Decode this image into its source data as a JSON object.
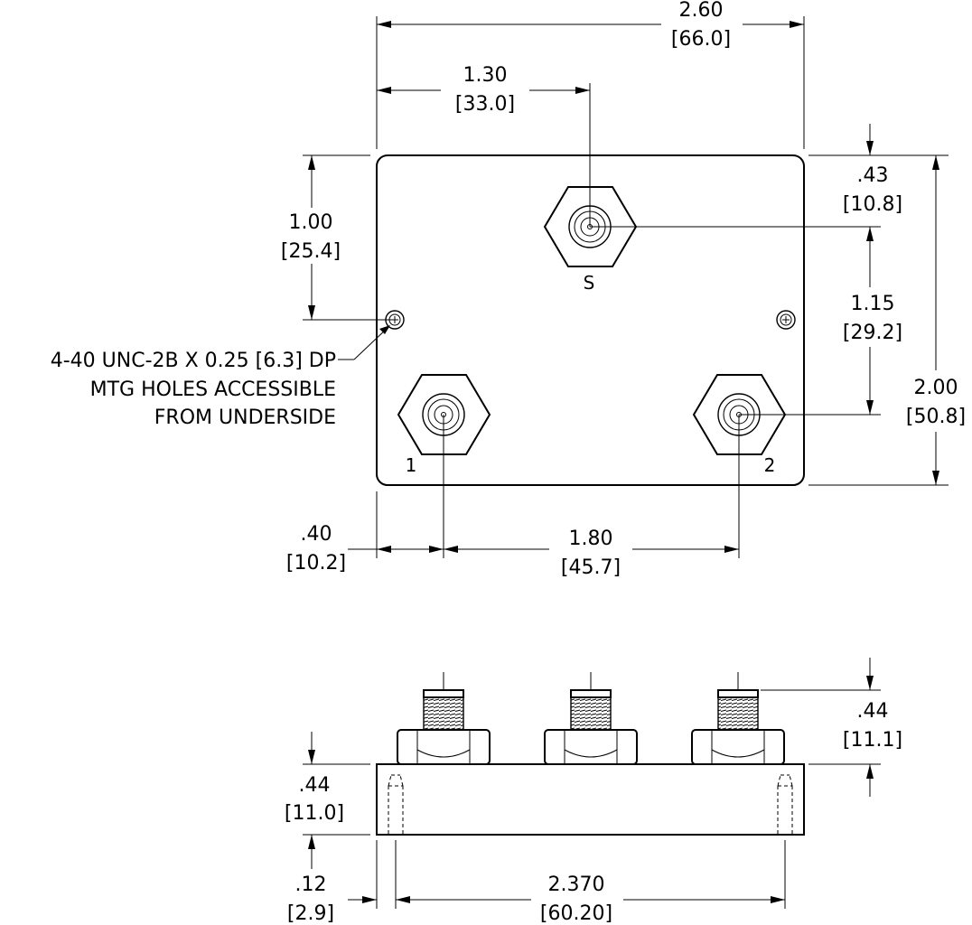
{
  "top_view": {
    "overall_width": {
      "in": "2.60",
      "mm": "[66.0]"
    },
    "center_offset": {
      "in": "1.30",
      "mm": "[33.0]"
    },
    "hole_height": {
      "in": "1.00",
      "mm": "[25.4]"
    },
    "top_offset": {
      "in": ".43",
      "mm": "[10.8]"
    },
    "port_spacing_vertical": {
      "in": "1.15",
      "mm": "[29.2]"
    },
    "overall_height": {
      "in": "2.00",
      "mm": "[50.8]"
    },
    "left_offset": {
      "in": ".40",
      "mm": "[10.2]"
    },
    "port_spacing_horizontal": {
      "in": "1.80",
      "mm": "[45.7]"
    },
    "callout": [
      "4-40 UNC-2B X 0.25 [6.3] DP",
      "MTG HOLES ACCESSIBLE",
      "FROM UNDERSIDE"
    ],
    "ports": {
      "sum": "S",
      "port1": "1",
      "port2": "2"
    }
  },
  "side_view": {
    "body_height": {
      "in": ".44",
      "mm": "[11.0]"
    },
    "connector_height": {
      "in": ".44",
      "mm": "[11.1]"
    },
    "edge_offset": {
      "in": ".12",
      "mm": "[2.9]"
    },
    "hole_spacing": {
      "in": "2.370",
      "mm": "[60.20]"
    }
  },
  "colors": {
    "line": "#000000",
    "background": "#ffffff"
  }
}
